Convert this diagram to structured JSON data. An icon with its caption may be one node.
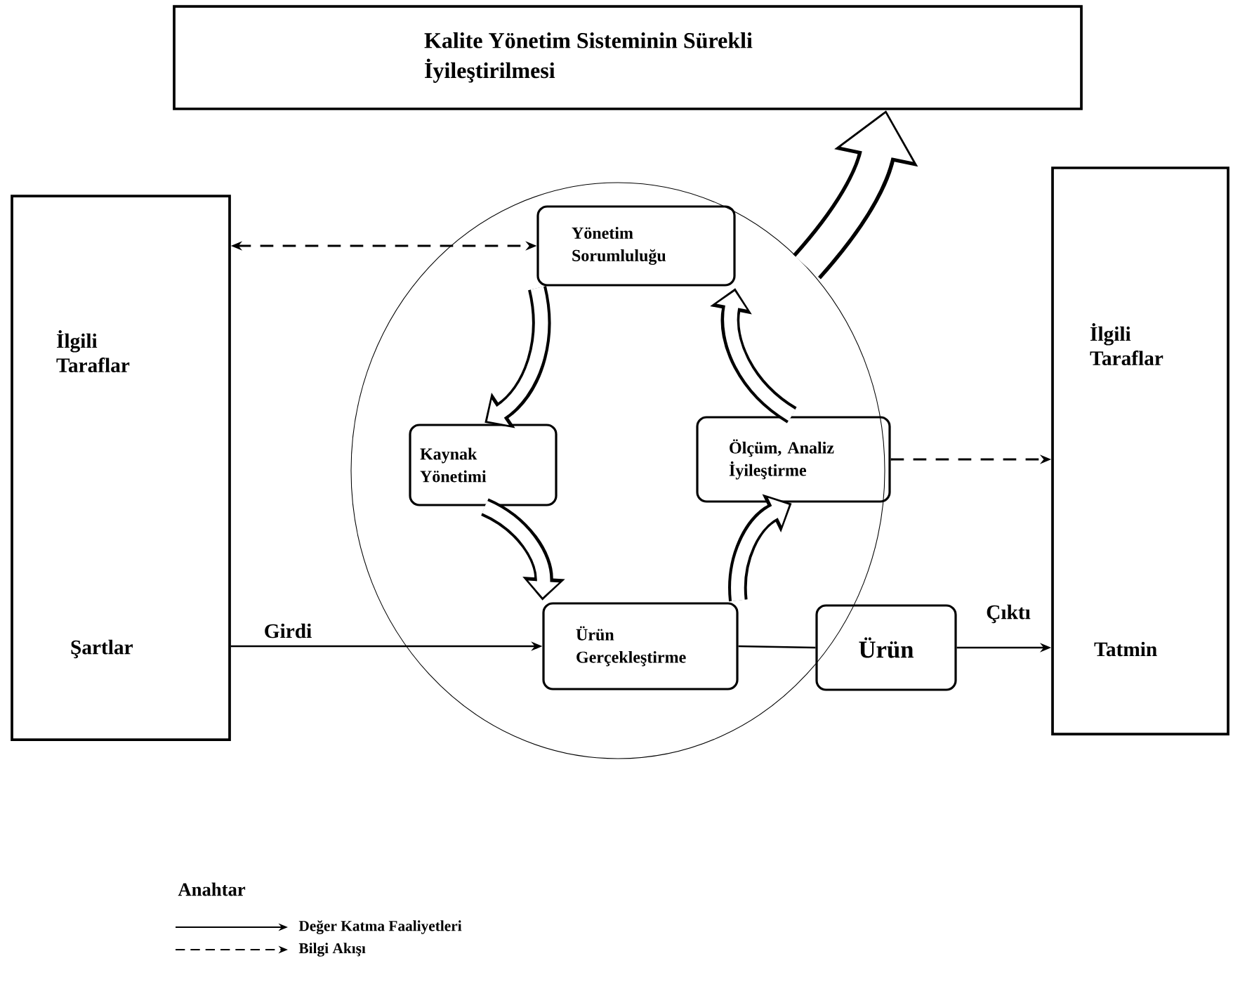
{
  "diagram": {
    "nodes": [
      {
        "text": [
          "Kalite Yönetim Sisteminin Sürekli İyileştirilmesi"
        ]
      },
      {
        "text": [
          "İlgili Taraflar",
          "Şartlar"
        ]
      },
      {
        "text": [],
        "shape": "circle"
      },
      {
        "text": [
          "Yönetim Sorumluluğu"
        ],
        "in": 2
      },
      {
        "text": [
          "Kaynak Yönetimi"
        ],
        "in": 2
      },
      {
        "text": [
          "Ölçüm, Analiz İyileştirme"
        ],
        "in": 2
      },
      {
        "text": [
          "Ürün Gerçekleştirme"
        ],
        "in": 2
      },
      {
        "text": [
          "Ürün"
        ]
      },
      {
        "text": [
          "İlgili Taraflar",
          "Tatmin"
        ]
      }
    ],
    "edges": [
      {
        "from": 1,
        "to": 3,
        "arrow": "both",
        "style": "dashed"
      },
      {
        "from": 5,
        "to": 8,
        "arrow": "to",
        "style": "dashed"
      },
      {
        "from": 1,
        "to": 6,
        "arrow": "to",
        "label": "Girdi"
      },
      {
        "from": 6,
        "to": 7,
        "arrow": "none"
      },
      {
        "from": 7,
        "to": 8,
        "arrow": "to",
        "label": "Çıktı"
      },
      {
        "from": 3,
        "to": 4,
        "arrow": "to",
        "style": "thick",
        "color": "#ffffff"
      },
      {
        "from": 4,
        "to": 6,
        "arrow": "to",
        "style": "thick",
        "color": "#ffffff"
      },
      {
        "from": 6,
        "to": 5,
        "arrow": "to",
        "style": "thick",
        "color": "#ffffff"
      },
      {
        "from": 5,
        "to": 3,
        "arrow": "to",
        "style": "thick",
        "color": "#ffffff"
      },
      {
        "from": 2,
        "to": 0,
        "arrow": "to",
        "style": "thick",
        "color": "#ffffff"
      }
    ],
    "labels": [
      "Anahtar"
    ],
    "legend": [
      {
        "text": "Değer Katma Faaliyetleri"
      },
      {
        "text": "Bilgi Akışı"
      }
    ]
  }
}
